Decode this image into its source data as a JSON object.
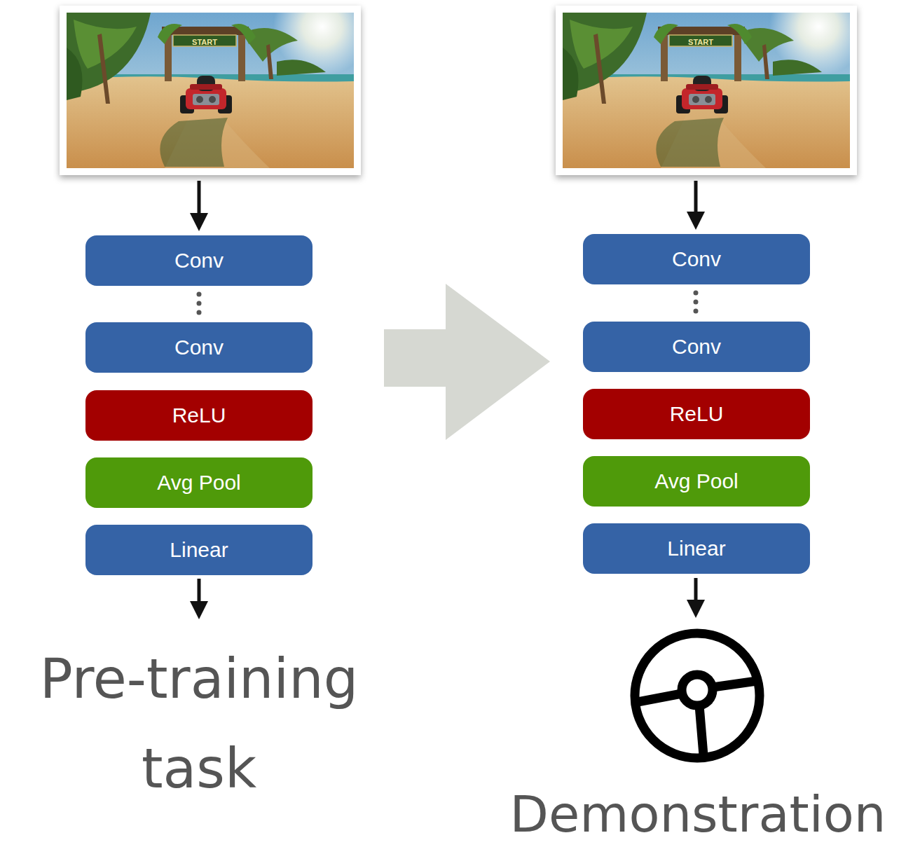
{
  "diagram": {
    "nodes": [
      {
        "text": [
          "Conv"
        ]
      },
      {
        "text": [
          "Conv"
        ]
      },
      {
        "text": [
          "ReLU"
        ]
      },
      {
        "text": [
          "Avg Pool"
        ]
      },
      {
        "text": [
          "Linear"
        ]
      },
      {
        "text": [
          "Conv"
        ]
      },
      {
        "text": [
          "Conv"
        ]
      },
      {
        "text": [
          "ReLU"
        ]
      },
      {
        "text": [
          "Avg Pool"
        ]
      },
      {
        "text": [
          "Linear"
        ]
      }
    ],
    "labels": [
      "START",
      "START",
      "Pre-training task",
      "Demonstration"
    ]
  }
}
